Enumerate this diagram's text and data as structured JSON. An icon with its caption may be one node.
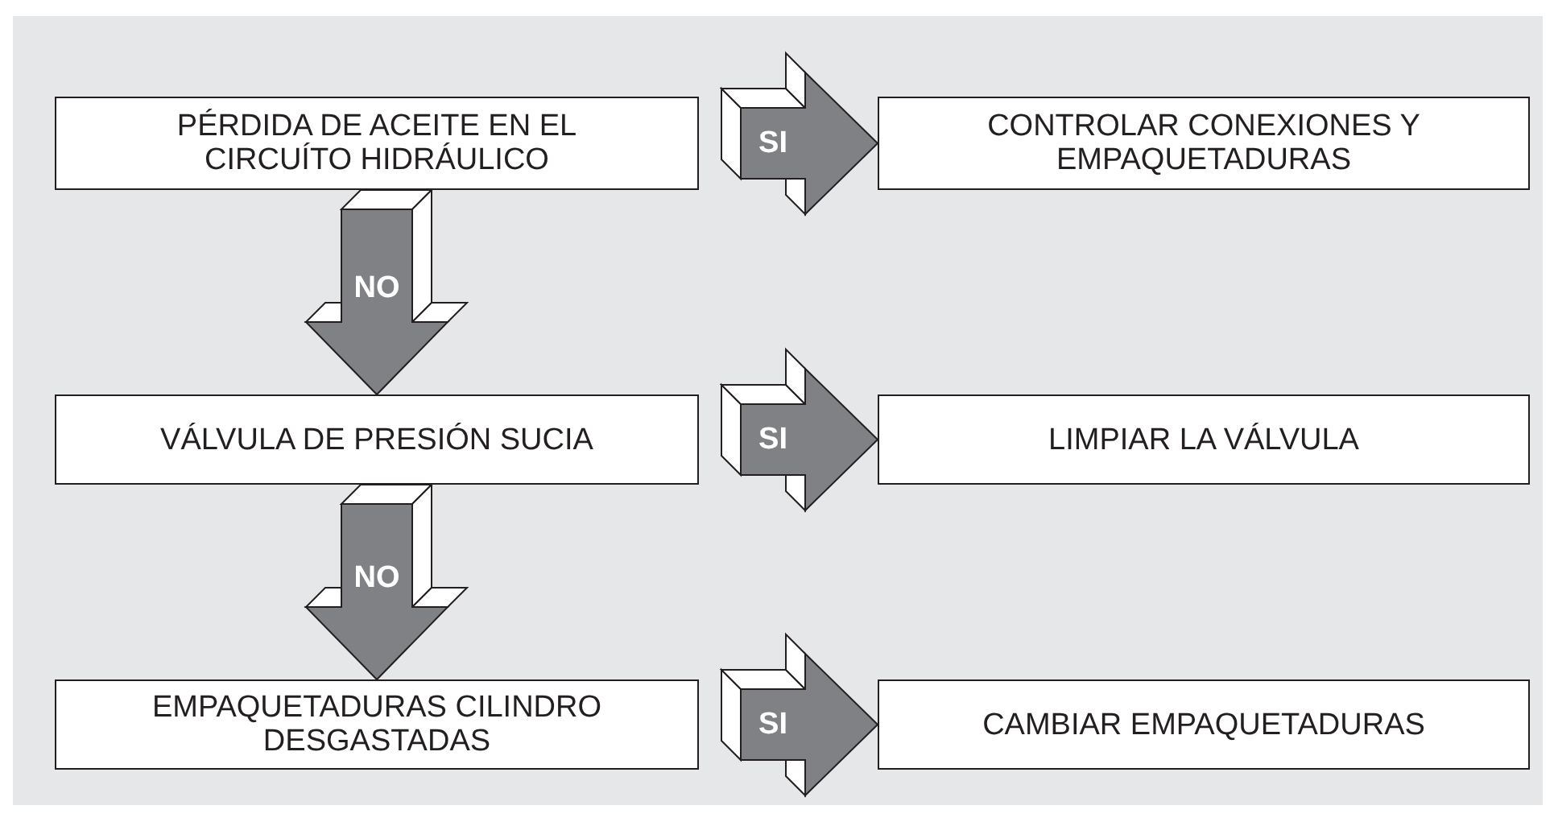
{
  "diagram": {
    "nodes": [
      {
        "text": [
          "PÉRDIDA DE ACEITE EN EL CIRCUÍTO HIDRÁULICO"
        ]
      },
      {
        "text": [
          "CONTROLAR CONEXIONES Y EMPAQUETADURAS"
        ]
      },
      {
        "text": [
          "VÁLVULA DE PRESIÓN SUCIA"
        ]
      },
      {
        "text": [
          "LIMPIAR LA VÁLVULA"
        ]
      },
      {
        "text": [
          "EMPAQUETADURAS CILINDRO DESGASTADAS"
        ]
      },
      {
        "text": [
          "CAMBIAR EMPAQUETADURAS"
        ]
      }
    ],
    "edges": [
      {
        "from": 0,
        "to": 1,
        "arrow": "to",
        "label": "SI",
        "style": "thick"
      },
      {
        "from": 0,
        "to": 2,
        "arrow": "to",
        "label": "NO",
        "style": "thick"
      },
      {
        "from": 2,
        "to": 3,
        "arrow": "to",
        "label": "SI",
        "style": "thick"
      },
      {
        "from": 2,
        "to": 4,
        "arrow": "to",
        "label": "NO",
        "style": "thick"
      },
      {
        "from": 4,
        "to": 5,
        "arrow": "to",
        "label": "SI",
        "style": "thick"
      }
    ]
  }
}
